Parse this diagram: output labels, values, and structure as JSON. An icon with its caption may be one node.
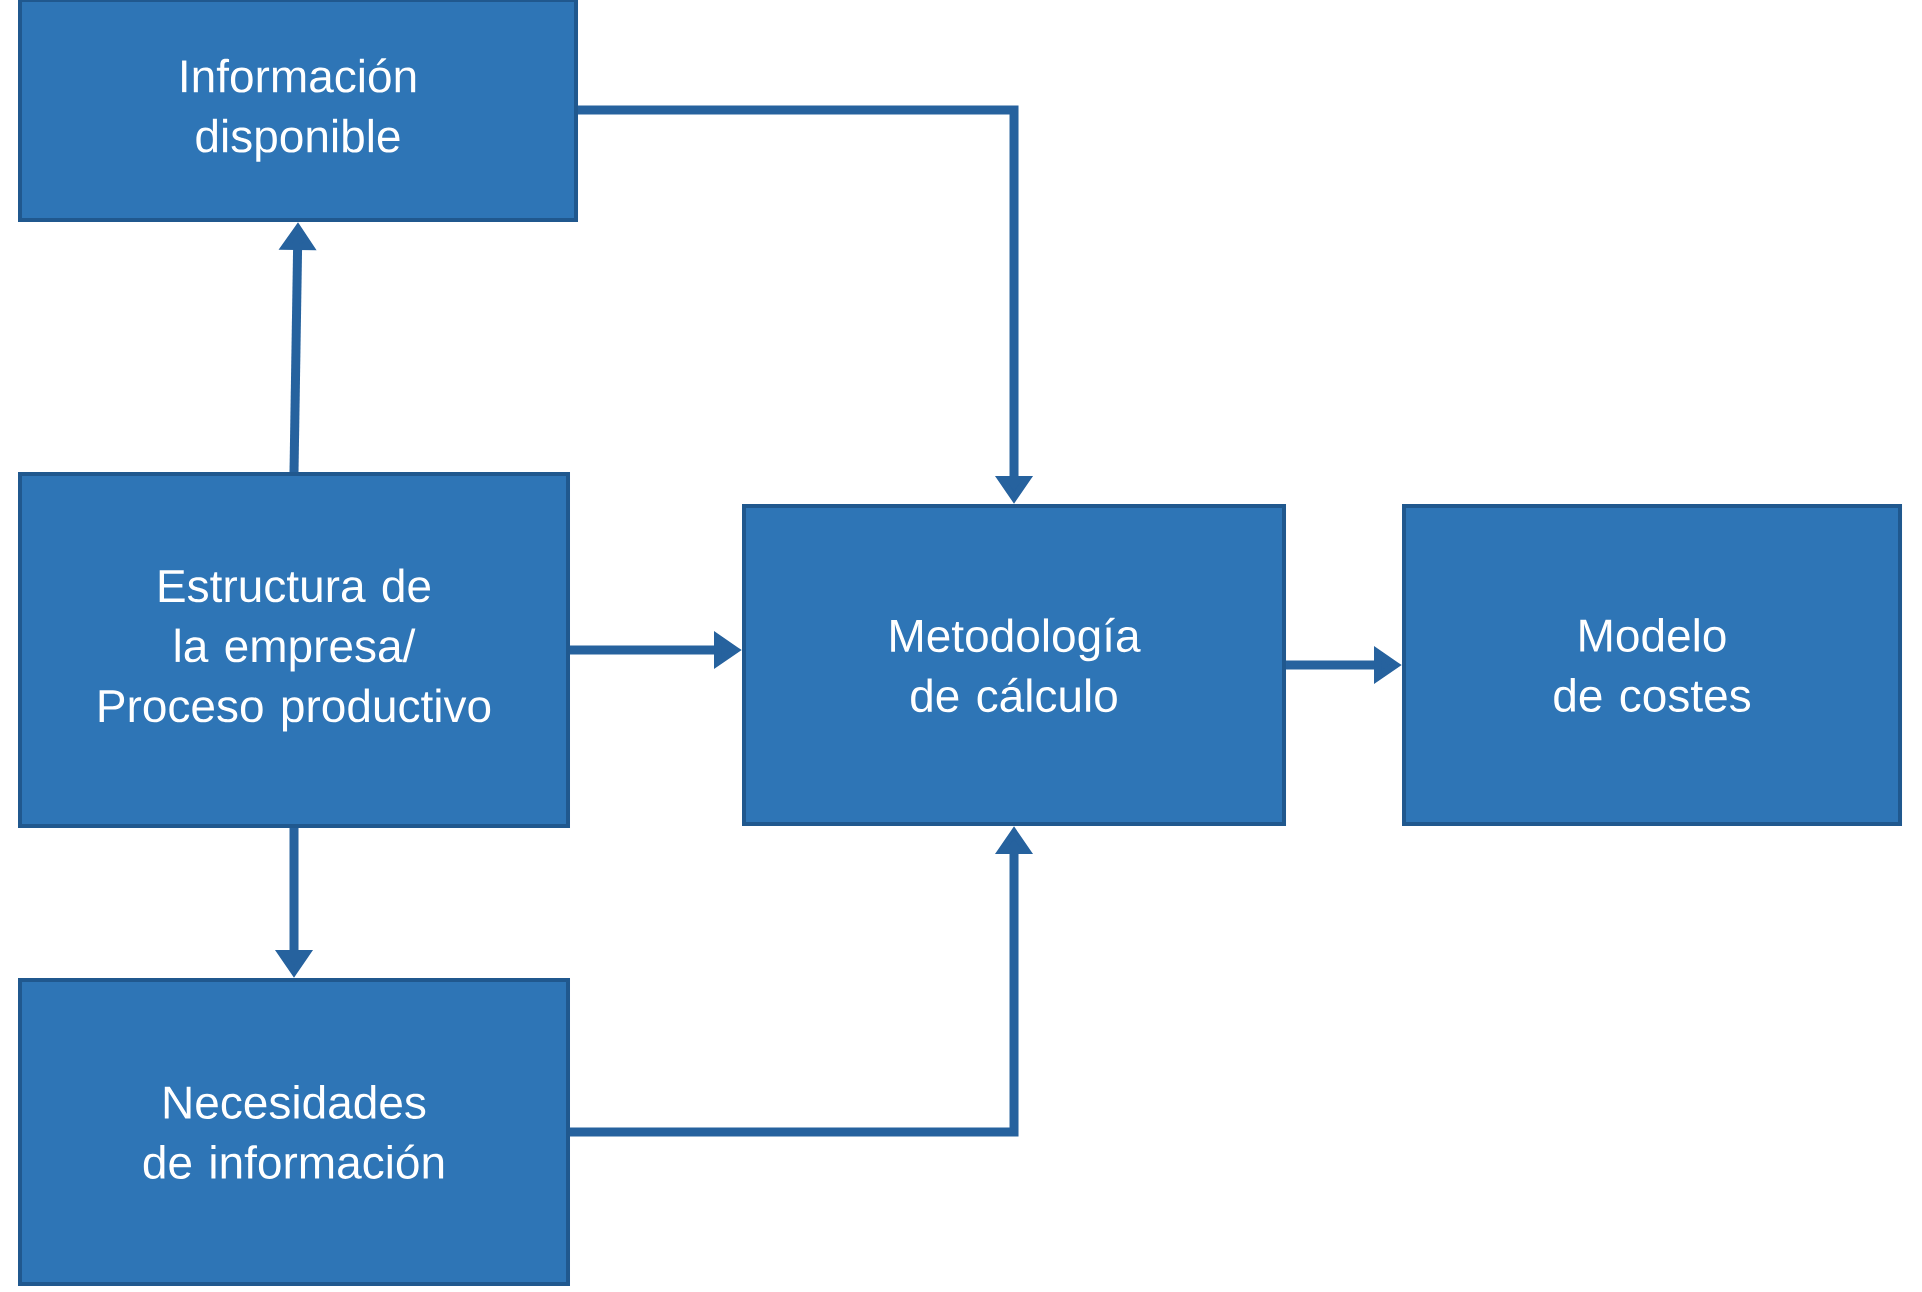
{
  "diagram": {
    "nodes": [
      {
        "text": [
          "Información disponible"
        ]
      },
      {
        "text": [
          "Estructura de la empresa/ Proceso productivo"
        ]
      },
      {
        "text": [
          "Necesidades de información"
        ]
      },
      {
        "text": [
          "Metodología de cálculo"
        ]
      },
      {
        "text": [
          "Modelo de costes"
        ]
      }
    ],
    "edges": [
      {
        "from": 1,
        "to": 0,
        "arrow": "to"
      },
      {
        "from": 1,
        "to": 2,
        "arrow": "to"
      },
      {
        "from": 1,
        "to": 3,
        "arrow": "to"
      },
      {
        "from": 0,
        "to": 3,
        "arrow": "to"
      },
      {
        "from": 2,
        "to": 3,
        "arrow": "to"
      },
      {
        "from": 3,
        "to": 4,
        "arrow": "to"
      }
    ]
  }
}
